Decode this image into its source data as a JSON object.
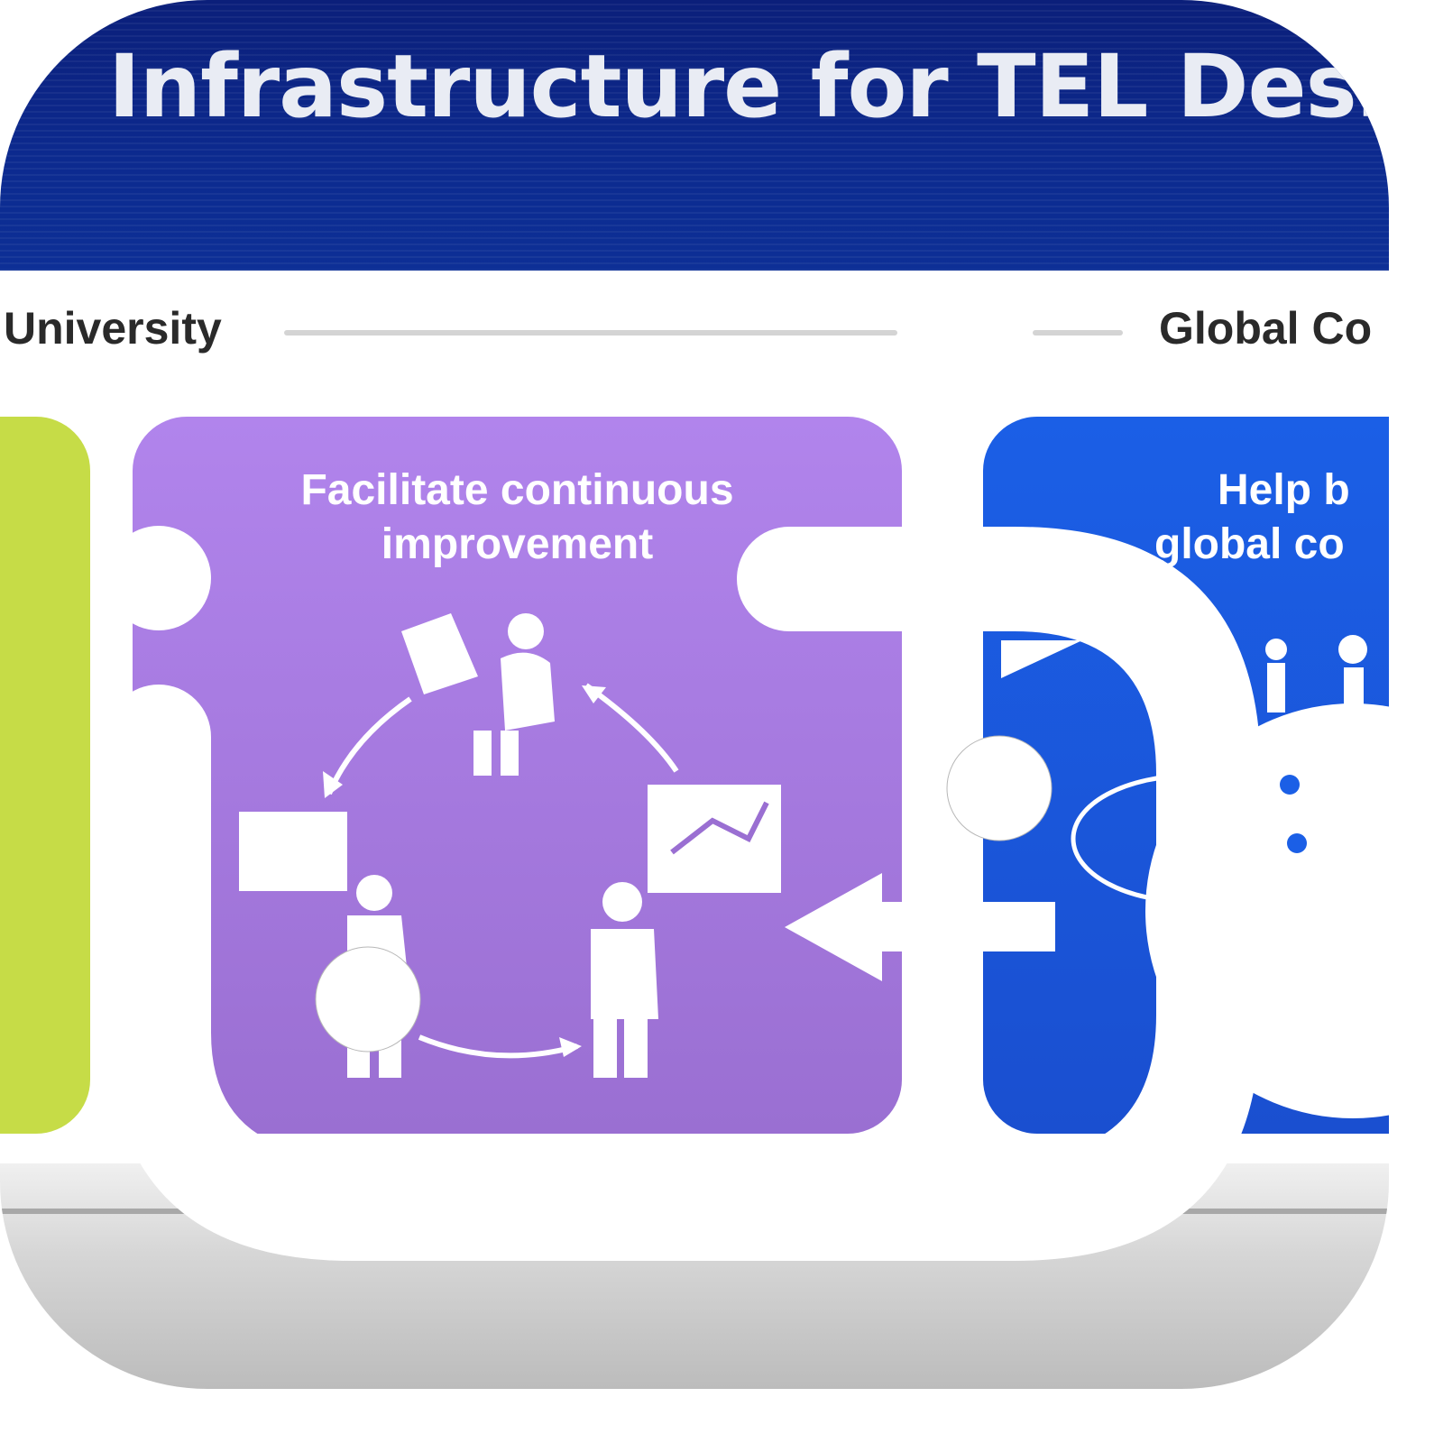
{
  "slide": {
    "title": "Infrastructure for TEL Design an",
    "left_label": "University",
    "right_label": "Global Co"
  },
  "cards": {
    "purple_title_line1": "Facilitate continuous",
    "purple_title_line2": "improvement",
    "blue_title_line1": "Help b",
    "blue_title_line2": "global co"
  },
  "colors": {
    "banner": "#0c2a8f",
    "green_card": "#c6dc47",
    "purple_card": "#a97ae3",
    "blue_card": "#1b5fe6",
    "logo": "#ffffff"
  },
  "icons": [
    "cycle-people-icon",
    "globe-people-icon",
    "arrow-left-icon",
    "logo-icon"
  ]
}
